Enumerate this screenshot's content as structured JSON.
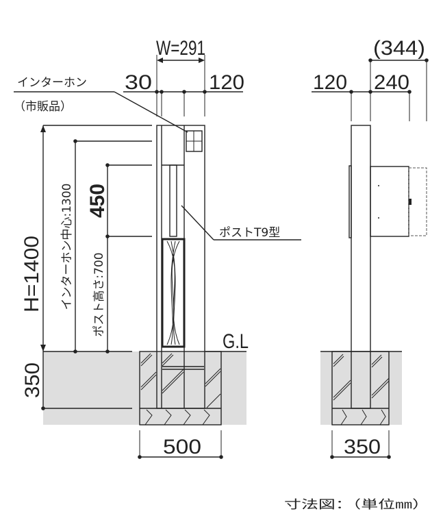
{
  "labels": {
    "width": "W=291",
    "left_offset": "30",
    "intercom_offset": "120",
    "intercom_label": "インターホン",
    "intercom_note": "（市販品）",
    "height_total": "H=1400",
    "intercom_center": "インターホン中心:1300",
    "post_height": "ポスト高さ:700",
    "mailbox_height": "450",
    "post_model": "ポストT9型",
    "ground_level": "G.L",
    "foundation_depth": "350",
    "foundation_width_front": "500",
    "side_total": "(344)",
    "side_post": "120",
    "side_mailbox": "240",
    "foundation_width_side": "350",
    "caption": "寸法図：（単位㎜）"
  },
  "colors": {
    "line": "#222222",
    "ground": "#dedede"
  }
}
